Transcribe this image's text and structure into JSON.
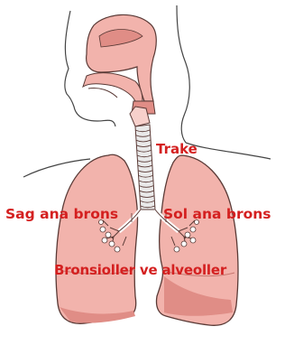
{
  "labels": {
    "trachea": "Trake",
    "right_main_bronchus": "Sag ana brons",
    "left_main_bronchus": "Sol ana brons",
    "bronchioles_alveoli": "Bronsioller ve alveoller"
  },
  "colors": {
    "label": "#d42020",
    "tissue": "#f2b3ac",
    "tissue_dark": "#e08d86",
    "outline": "#5a3a36",
    "cartilage": "#e9e9e9",
    "airway": "#ffffff"
  }
}
